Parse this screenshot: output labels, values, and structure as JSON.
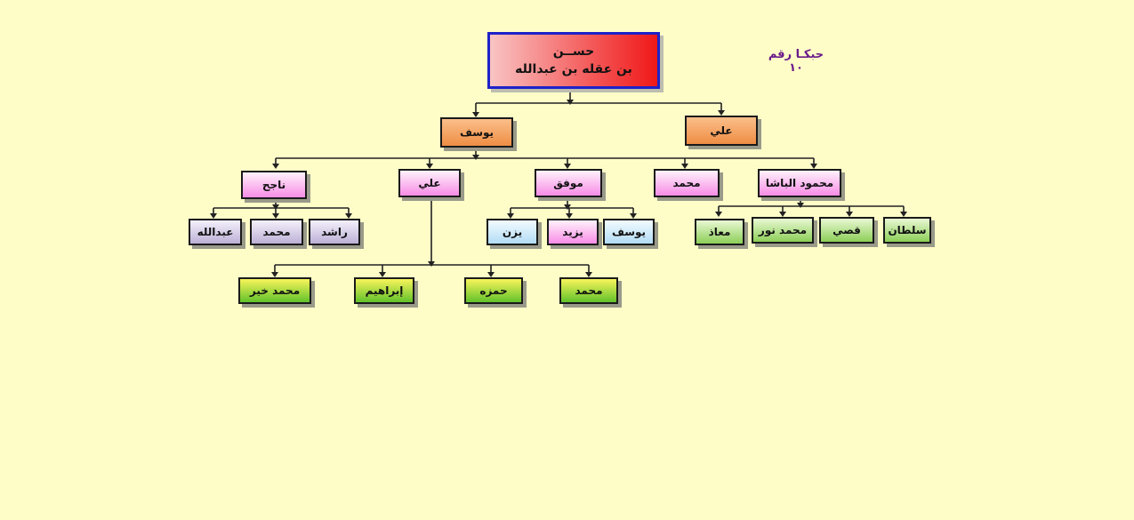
{
  "caption": "حبكـا رقم ١٠",
  "root": {
    "line1": "حســن",
    "line2": "بن عقله بن عبدالله"
  },
  "gen2": {
    "yusuf": "يوسف",
    "ali": "علي"
  },
  "gen3": {
    "najih": "ناجح",
    "ali": "علي",
    "muwaffaq": "موفق",
    "muhammad": "محمد",
    "mahmoud": "محمود الباشا"
  },
  "gen4": {
    "abdullah": "عبدالله",
    "muhammad": "محمد",
    "rashid": "راشد",
    "yazan": "يزن",
    "yazeed": "يزيد",
    "yusuf": "يوسف",
    "muath": "معاذ",
    "muhammad_nour": "محمد نور",
    "qusai": "قصي",
    "sultan": "سلطان",
    "muhammad_khair": "محمد خير",
    "ibrahim": "إبراهيم",
    "hamza": "حمزه",
    "muhammad2": "محمد"
  },
  "colors": {
    "background": "#fefdc8",
    "root_border": "#1e22c8",
    "connector": "#222222",
    "caption": "#6a1a8a"
  }
}
